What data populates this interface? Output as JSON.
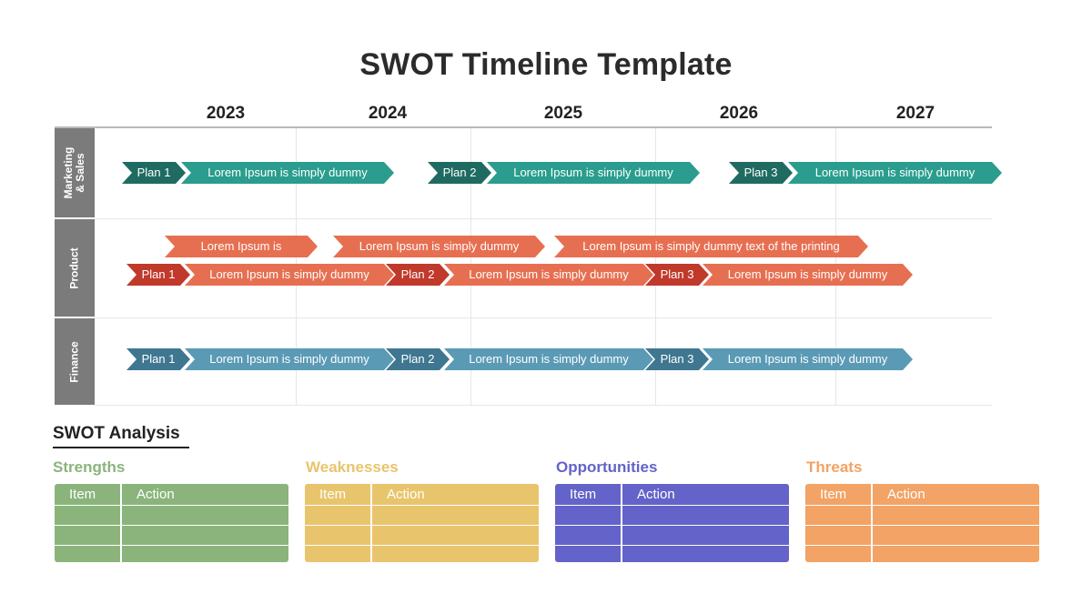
{
  "title": "SWOT Timeline Template",
  "years": [
    "2023",
    "2024",
    "2025",
    "2026",
    "2027"
  ],
  "rows": [
    {
      "label": "Marketing\n& Sales"
    },
    {
      "label": "Product"
    },
    {
      "label": "Finance"
    }
  ],
  "timeline": {
    "marketing": {
      "plan1": "Plan 1",
      "text1": "Lorem Ipsum is simply dummy",
      "plan2": "Plan 2",
      "text2": "Lorem Ipsum is simply dummy",
      "plan3": "Plan 3",
      "text3": "Lorem Ipsum is simply dummy"
    },
    "product_top": {
      "a": "Lorem Ipsum is",
      "b": "Lorem Ipsum is simply dummy",
      "c": "Lorem Ipsum is simply dummy text of the printing"
    },
    "product": {
      "plan1": "Plan 1",
      "text1": "Lorem Ipsum is simply dummy",
      "plan2": "Plan 2",
      "text2": "Lorem Ipsum is simply dummy",
      "plan3": "Plan 3",
      "text3": "Lorem Ipsum is simply dummy"
    },
    "finance": {
      "plan1": "Plan 1",
      "text1": "Lorem Ipsum is simply dummy",
      "plan2": "Plan 2",
      "text2": "Lorem Ipsum is simply dummy",
      "plan3": "Plan 3",
      "text3": "Lorem Ipsum is simply dummy"
    }
  },
  "colors": {
    "marketing_plan": "#1f6b62",
    "marketing_text": "#2a9d8f",
    "product_plan": "#c0392b",
    "product_text": "#e76f51",
    "finance_plan": "#3f7791",
    "finance_text": "#5b9ab5",
    "row_label": "#7b7b7b"
  },
  "swot": {
    "heading": "SWOT Analysis",
    "categories": [
      {
        "name": "Strengths",
        "color": "#8ab47c",
        "item_header": "Item",
        "action_header": "Action"
      },
      {
        "name": "Weaknesses",
        "color": "#e8c46c",
        "item_header": "Item",
        "action_header": "Action"
      },
      {
        "name": "Opportunities",
        "color": "#6363c9",
        "item_header": "Item",
        "action_header": "Action"
      },
      {
        "name": "Threats",
        "color": "#f2a365",
        "item_header": "Item",
        "action_header": "Action"
      }
    ]
  }
}
